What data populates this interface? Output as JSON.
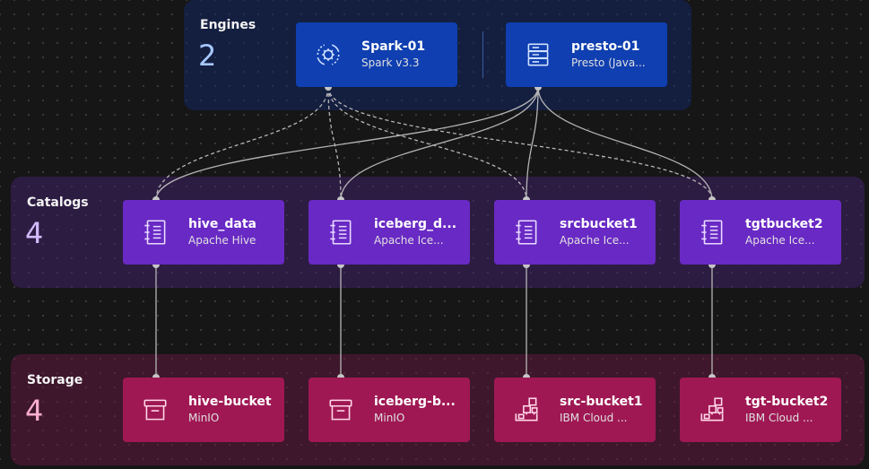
{
  "bands": {
    "engines": {
      "title": "Engines",
      "count": "2"
    },
    "catalogs": {
      "title": "Catalogs",
      "count": "4"
    },
    "storage": {
      "title": "Storage",
      "count": "4"
    }
  },
  "engines": [
    {
      "name": "Spark-01",
      "sub": "Spark v3.3",
      "icon": "spark-engine-icon"
    },
    {
      "name": "presto-01",
      "sub": "Presto (Java...",
      "icon": "presto-server-icon"
    }
  ],
  "catalogs": [
    {
      "name": "hive_data",
      "sub": "Apache Hive",
      "icon": "catalog-notebook-icon"
    },
    {
      "name": "iceberg_d...",
      "sub": "Apache Ice...",
      "icon": "catalog-notebook-icon"
    },
    {
      "name": "srcbucket1",
      "sub": "Apache Ice...",
      "icon": "catalog-notebook-icon"
    },
    {
      "name": "tgtbucket2",
      "sub": "Apache Ice...",
      "icon": "catalog-notebook-icon"
    }
  ],
  "storage": [
    {
      "name": "hive-bucket",
      "sub": "MinIO",
      "icon": "archive-box-icon"
    },
    {
      "name": "iceberg-b...",
      "sub": "MinIO",
      "icon": "archive-box-icon"
    },
    {
      "name": "src-bucket1",
      "sub": "IBM Cloud ...",
      "icon": "cloud-object-storage-icon"
    },
    {
      "name": "tgt-bucket2",
      "sub": "IBM Cloud ...",
      "icon": "cloud-object-storage-icon"
    }
  ],
  "colors": {
    "engine": "#0f3fb0",
    "catalog": "#6929c4",
    "storage": "#9f1853",
    "link": "#b5b5b5"
  }
}
